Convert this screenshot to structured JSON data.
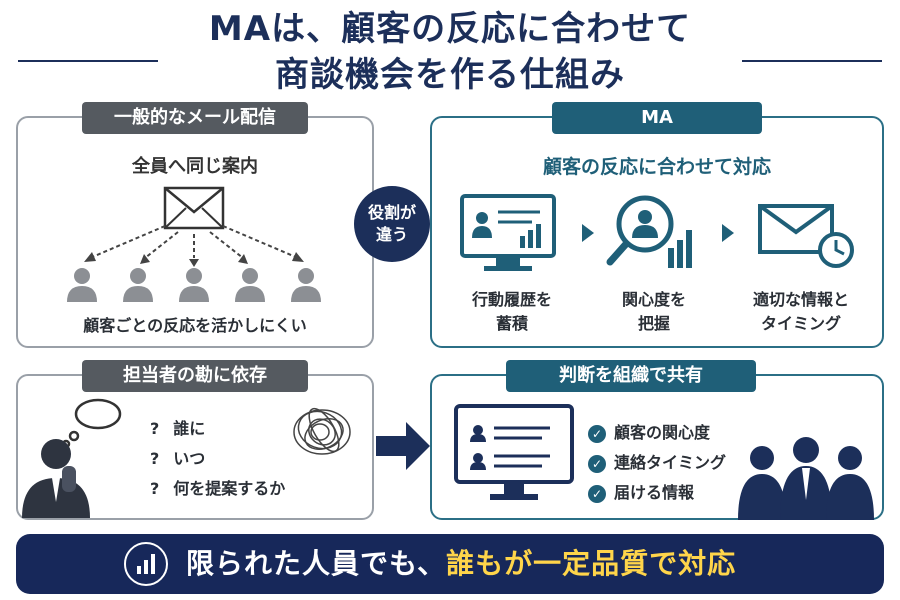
{
  "title": {
    "line1": "MAは、顧客の反応に合わせて",
    "line2": "商談機会を作る仕組み"
  },
  "left_top": {
    "tag": "一般的なメール配信",
    "heading": "全員へ同じ案内",
    "caption": "顧客ごとの反応を活かしにくい"
  },
  "badge": {
    "line1": "役割が",
    "line2": "違う"
  },
  "right_top": {
    "tag": "MA",
    "heading": "顧客の反応に合わせて対応",
    "steps": [
      {
        "line1": "行動履歴を",
        "line2": "蓄積"
      },
      {
        "line1": "関心度を",
        "line2": "把握"
      },
      {
        "line1": "適切な情報と",
        "line2": "タイミング"
      }
    ]
  },
  "left_bottom": {
    "tag": "担当者の勘に依存",
    "questions": [
      "誰に",
      "いつ",
      "何を提案するか"
    ],
    "q_mark": "?"
  },
  "right_bottom": {
    "tag": "判断を組織で共有",
    "checks": [
      "顧客の関心度",
      "連絡タイミング",
      "届ける情報"
    ]
  },
  "banner": {
    "prefix": "限られた人員でも、",
    "highlight": "誰もが一定品質で対応"
  },
  "colors": {
    "navy": "#1c2f5a",
    "teal": "#1f5f78",
    "gray": "#555a60",
    "highlight": "#ffd54a"
  }
}
